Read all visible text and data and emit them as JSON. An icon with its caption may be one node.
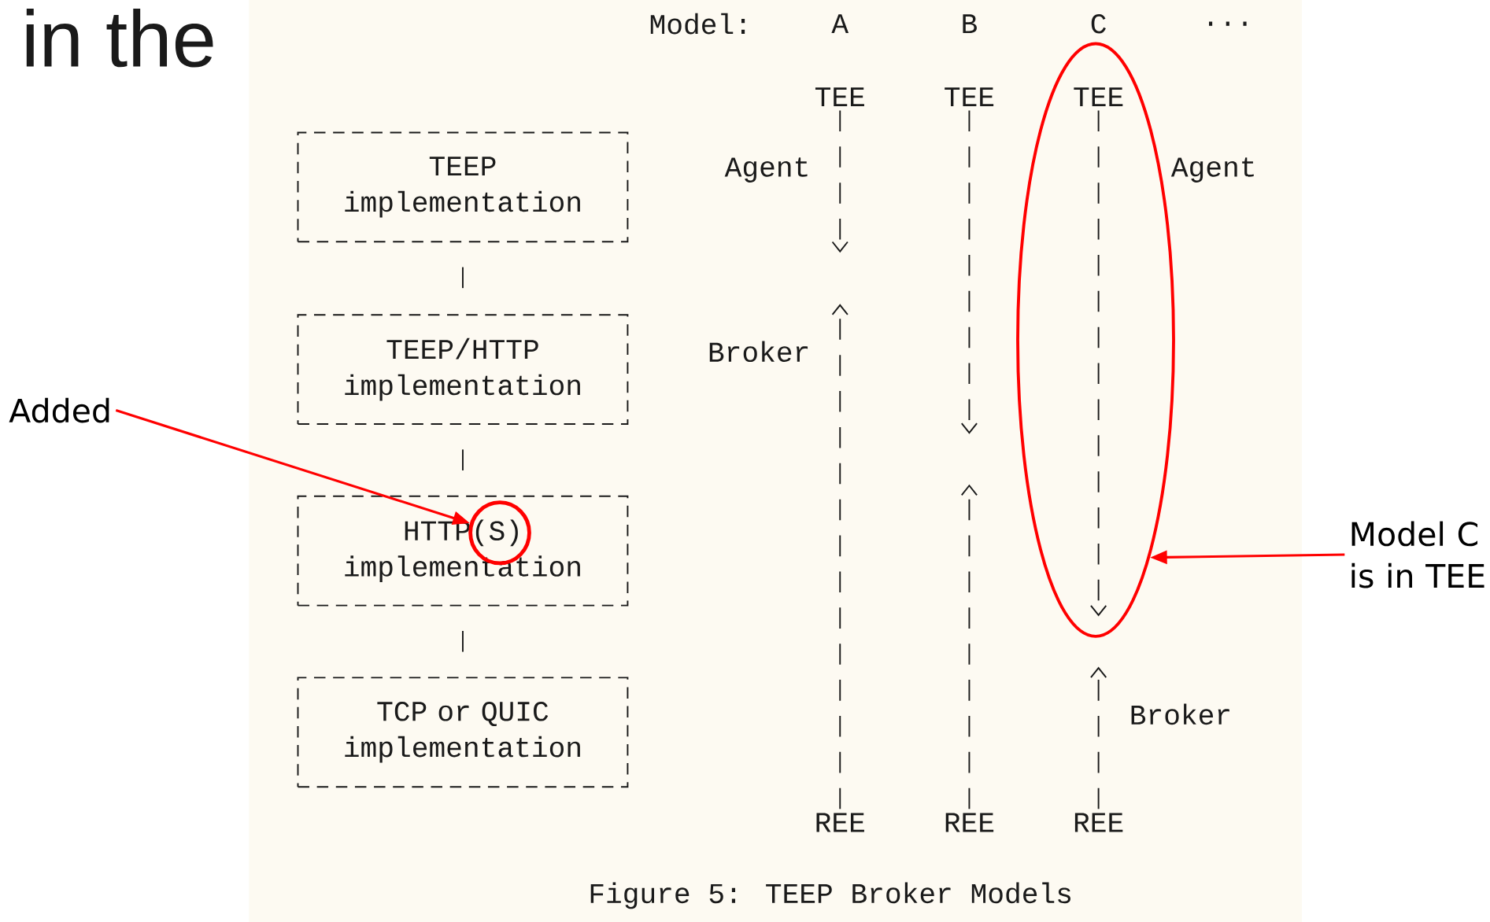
{
  "diagram": {
    "caption": "Figure 5: TEEP Broker Models",
    "nodes": [
      {
        "text": [
          "TEEP implementation"
        ]
      },
      {
        "text": [
          "TEEP/HTTP implementation"
        ]
      },
      {
        "text": [
          "HTTP(S) implementation"
        ]
      },
      {
        "text": [
          "TCP or QUIC implementation"
        ]
      },
      {
        "text": [],
        "shape": "circle",
        "in": 2
      },
      {
        "text": [
          "Added"
        ]
      },
      {
        "text": [
          "TEE"
        ]
      },
      {
        "text": [
          "TEE"
        ]
      },
      {
        "text": [],
        "shape": "ellipse"
      },
      {
        "text": [
          "TEE"
        ],
        "in": 8
      },
      {
        "text": [
          "REE"
        ]
      },
      {
        "text": [
          "REE"
        ]
      },
      {
        "text": [
          "REE"
        ]
      },
      {
        "text": [
          "Model C is in TEE"
        ]
      }
    ],
    "edges": [
      {
        "from": 0,
        "to": 1,
        "arrow": "none",
        "style": "dashed"
      },
      {
        "from": 1,
        "to": 2,
        "arrow": "none",
        "style": "dashed"
      },
      {
        "from": 2,
        "to": 3,
        "arrow": "none",
        "style": "dashed"
      },
      {
        "from": 6,
        "to": null,
        "arrow": "to",
        "label": "Agent",
        "style": "dashed"
      },
      {
        "from": 10,
        "to": null,
        "arrow": "to",
        "label": "Broker",
        "style": "dashed"
      },
      {
        "from": 7,
        "to": null,
        "arrow": "to",
        "style": "dashed"
      },
      {
        "from": 11,
        "to": null,
        "arrow": "to",
        "style": "dashed"
      },
      {
        "from": 9,
        "to": null,
        "arrow": "to",
        "label": "Agent",
        "style": "dashed"
      },
      {
        "from": 12,
        "to": null,
        "arrow": "to",
        "label": "Broker",
        "style": "dashed"
      },
      {
        "from": 5,
        "to": 4,
        "arrow": "to",
        "color": "#ff0000"
      },
      {
        "from": 13,
        "to": 8,
        "arrow": "to",
        "color": "#ff0000"
      }
    ],
    "labels": [
      "in the",
      "Model:",
      "A",
      "B",
      "C",
      "..."
    ]
  }
}
